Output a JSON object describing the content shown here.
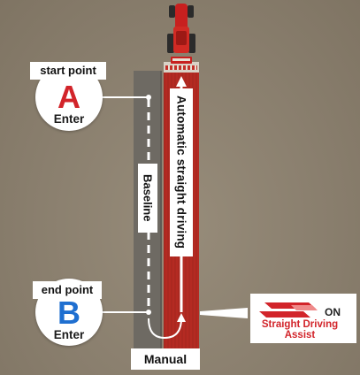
{
  "start": {
    "title": "start point",
    "letter": "A",
    "action": "Enter"
  },
  "end": {
    "title": "end point",
    "letter": "B",
    "action": "Enter"
  },
  "baseline_label": "Baseline",
  "auto_label": "Automatic straight driving",
  "manual_label": "Manual",
  "assist": {
    "status": "ON",
    "name": "Straight Driving Assist"
  },
  "colors": {
    "field": "#8a7f6e",
    "worked_strip": "#b42a22",
    "baseline_strip": "#6e6a63",
    "letter_a": "#d2242a",
    "letter_b": "#1f6fd0"
  }
}
